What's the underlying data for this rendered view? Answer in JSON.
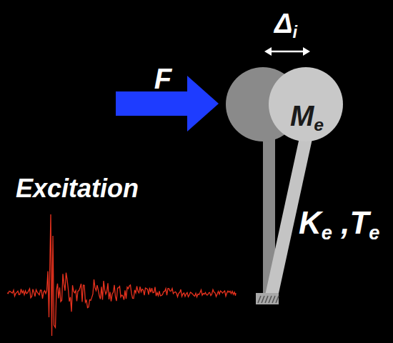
{
  "diagram": {
    "nodes": [
      {
        "text": [
          "Me"
        ]
      }
    ],
    "labels": [
      "Δi",
      "F",
      "Ke ,Te",
      "Excitation"
    ]
  }
}
